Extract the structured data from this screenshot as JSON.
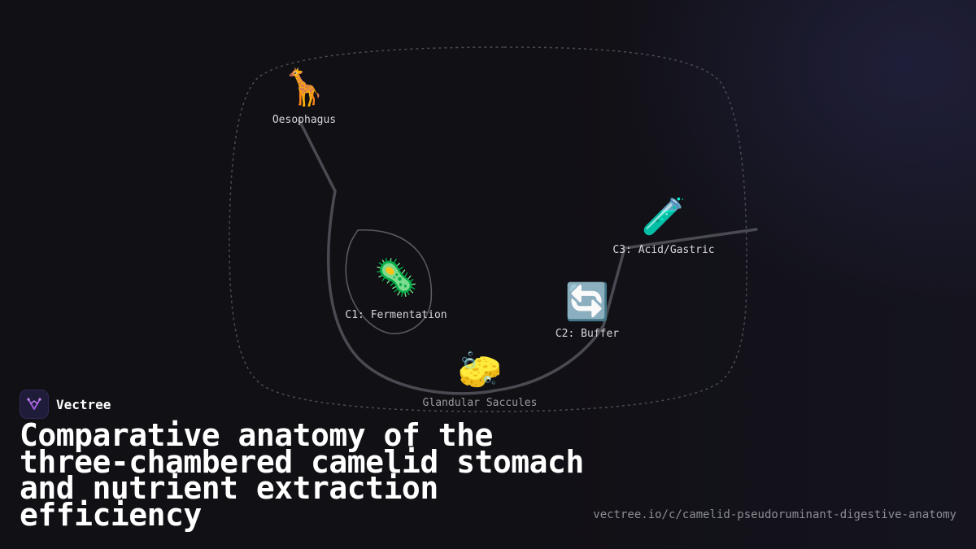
{
  "diagram": {
    "nodes": [
      {
        "id": "oesophagus",
        "icon": "giraffe-icon",
        "emoji": "🦒",
        "label": "Oesophagus"
      },
      {
        "id": "c1",
        "icon": "microbe-icon",
        "emoji": "🦠",
        "label": "C1: Fermentation"
      },
      {
        "id": "c3",
        "icon": "test-tube-icon",
        "emoji": "🧪",
        "label": "C3: Acid/Gastric"
      },
      {
        "id": "c2",
        "icon": "cycle-arrows-icon",
        "emoji": "🔄",
        "label": "C2: Buffer"
      },
      {
        "id": "saccules",
        "icon": "sponge-icon",
        "emoji": "🧽",
        "label": "Glandular Saccules"
      }
    ]
  },
  "brand": {
    "name": "Vectree",
    "logo": "vectree-logo-icon"
  },
  "title": "Comparative anatomy of the three-chambered camelid stomach and nutrient extraction efficiency",
  "url": "vectree.io/c/camelid-pseudoruminant-digestive-anatomy",
  "colors": {
    "background": "#111015",
    "path": "#4a4a52",
    "outline": "#505058",
    "brand_bg": "#1f1c3a",
    "brand_accent": "#9b59d9"
  }
}
